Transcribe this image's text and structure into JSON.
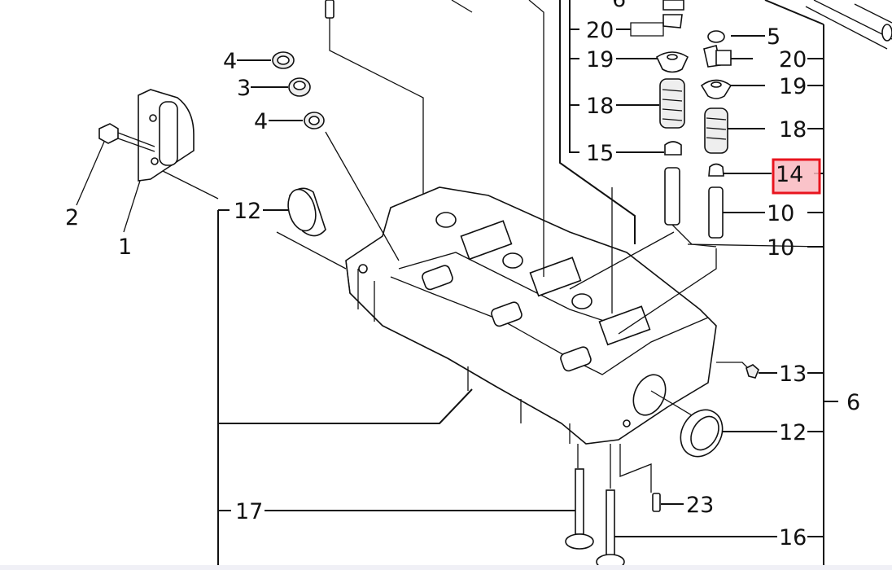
{
  "diagram": {
    "title": "Cylinder head exploded parts diagram",
    "highlight_color": "#e8141e",
    "highlighted_callout": "14",
    "callouts": [
      {
        "id": "c1",
        "label": "1"
      },
      {
        "id": "c2",
        "label": "2"
      },
      {
        "id": "c3",
        "label": "3"
      },
      {
        "id": "c4a",
        "label": "4"
      },
      {
        "id": "c4b",
        "label": "4"
      },
      {
        "id": "c5",
        "label": "5"
      },
      {
        "id": "c6top",
        "label": "6"
      },
      {
        "id": "c6",
        "label": "6"
      },
      {
        "id": "c10a",
        "label": "10"
      },
      {
        "id": "c10b",
        "label": "10"
      },
      {
        "id": "c12a",
        "label": "12"
      },
      {
        "id": "c12b",
        "label": "12"
      },
      {
        "id": "c13",
        "label": "13"
      },
      {
        "id": "c14",
        "label": "14"
      },
      {
        "id": "c15",
        "label": "15"
      },
      {
        "id": "c16",
        "label": "16"
      },
      {
        "id": "c17",
        "label": "17"
      },
      {
        "id": "c18a",
        "label": "18"
      },
      {
        "id": "c18b",
        "label": "18"
      },
      {
        "id": "c19a",
        "label": "19"
      },
      {
        "id": "c19b",
        "label": "19"
      },
      {
        "id": "c20a",
        "label": "20"
      },
      {
        "id": "c20b",
        "label": "20"
      },
      {
        "id": "c23",
        "label": "23"
      }
    ]
  }
}
